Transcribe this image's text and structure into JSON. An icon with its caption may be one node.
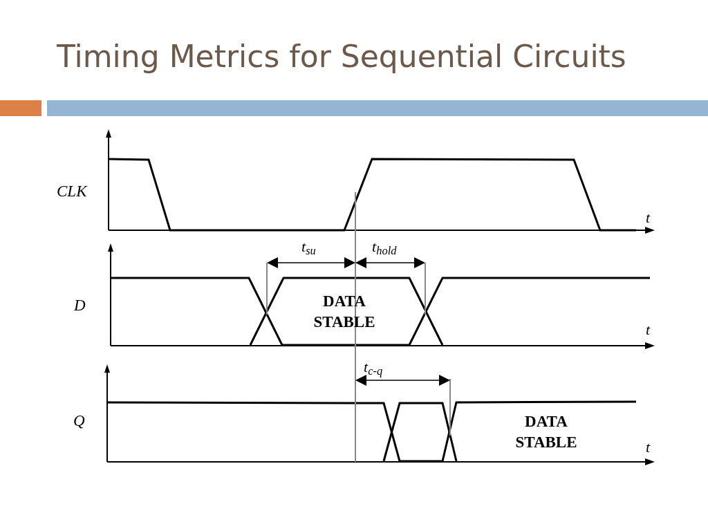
{
  "diagram": {
    "title": "Timing Metrics for Sequential Circuits",
    "labels": [
      "CLK",
      "t",
      "t$_{su}$",
      "t$_{hold}$",
      "D",
      "DATA STABLE",
      "t",
      "t$_{c-q}$",
      "Q",
      "DATA STABLE",
      "t"
    ]
  }
}
